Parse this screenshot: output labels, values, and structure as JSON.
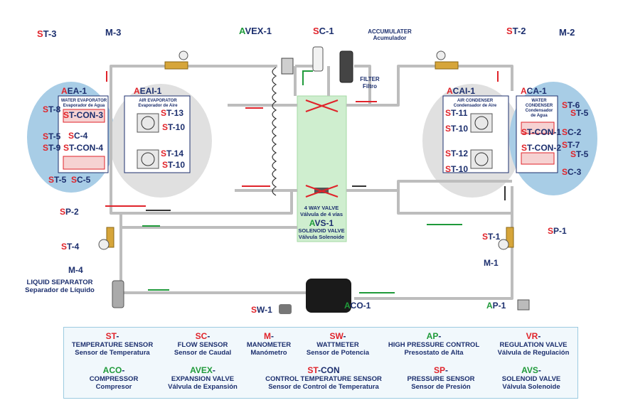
{
  "colors": {
    "red": "#e0232a",
    "green": "#1f9a3a",
    "navy": "#1c2f6e",
    "pipe": "#bdbdbd",
    "sensor_bg": "#a8cde6",
    "unit_bg": "#d9d9d9",
    "valve_panel": "#cfeecf"
  },
  "labels": {
    "st3": [
      "S",
      "T-3"
    ],
    "m3": [
      "M-3"
    ],
    "avex1": [
      "A",
      "VEX-1"
    ],
    "sc1": [
      "S",
      "C-1"
    ],
    "accum": [
      "ACCUMULATER",
      "Acumulador"
    ],
    "st2": [
      "S",
      "T-2"
    ],
    "m2": [
      "M-2"
    ],
    "filter": [
      "FILTER",
      "Filtro"
    ],
    "aea1": [
      "A",
      "EA-1"
    ],
    "aeai1": [
      "A",
      "EAI-1"
    ],
    "water_evap": [
      "WATER EVAPORATOR",
      "Evaporador de Agua"
    ],
    "air_evap": [
      "AIR EVAPORATOR",
      "Evaporador de Aire"
    ],
    "acai1": [
      "A",
      "CAI-1"
    ],
    "aca1": [
      "A",
      "CA-1"
    ],
    "air_cond": [
      "AIR CONDENSER",
      "Condensador de Aire"
    ],
    "water_cond": [
      "WATER",
      "CONDENSER",
      "Condensador",
      "de Agua"
    ],
    "st8": [
      "S",
      "T-8"
    ],
    "stcon3": [
      "S",
      "T-CON-3"
    ],
    "st5a": [
      "S",
      "T-5"
    ],
    "sc4": [
      "S",
      "C-4"
    ],
    "st9": [
      "S",
      "T-9"
    ],
    "stcon4": [
      "S",
      "T-CON-4"
    ],
    "st5b": [
      "S",
      "T-5"
    ],
    "sc5": [
      "S",
      "C-5"
    ],
    "st13": [
      "S",
      "T-13"
    ],
    "st10a": [
      "S",
      "T-10"
    ],
    "st14": [
      "S",
      "T-14"
    ],
    "st10b": [
      "S",
      "T-10"
    ],
    "st11": [
      "S",
      "T-11"
    ],
    "st10c": [
      "S",
      "T-10"
    ],
    "st12": [
      "S",
      "T-12"
    ],
    "st10d": [
      "S",
      "T-10"
    ],
    "st6": [
      "S",
      "T-6"
    ],
    "st5c": [
      "S",
      "T-5"
    ],
    "stcon1": [
      "S",
      "T-CON-1"
    ],
    "sc2": [
      "S",
      "C-2"
    ],
    "st7": [
      "S",
      "T-7"
    ],
    "stcon2": [
      "S",
      "T-CON-2"
    ],
    "st5d": [
      "S",
      "T-5"
    ],
    "sc3": [
      "S",
      "C-3"
    ],
    "way4": [
      "4 WAY VALVE",
      "Válvula de 4 vías"
    ],
    "avs1": [
      "A",
      "VS-1"
    ],
    "solenoid": [
      "SOLENOID VALVE",
      "Válvula Solenoide"
    ],
    "sp2": [
      "S",
      "P-2"
    ],
    "st4": [
      "S",
      "T-4"
    ],
    "m4": [
      "M-4"
    ],
    "liq": [
      "LIQUID SEPARATOR",
      "Separador de Líquido"
    ],
    "st1": [
      "S",
      "T-1"
    ],
    "sp1": [
      "S",
      "P-1"
    ],
    "m1": [
      "M-1"
    ],
    "sw1": [
      "S",
      "W-1"
    ],
    "aco1": [
      "A",
      "CO-1"
    ],
    "ap1": [
      "A",
      "P-1"
    ]
  },
  "legend": [
    {
      "h": "ST",
      "rest": "-",
      "en": "TEMPERATURE SENSOR",
      "es": "Sensor de Temperatura"
    },
    {
      "h": "SC",
      "rest": "-",
      "en": "FLOW SENSOR",
      "es": "Sensor de Caudal"
    },
    {
      "h": "M",
      "rest": "-",
      "en": "MANOMETER",
      "es": "Manómetro"
    },
    {
      "h": "SW",
      "rest": "-",
      "en": "WATTMETER",
      "es": "Sensor de Potencia"
    },
    {
      "h": "AP",
      "rest": "-",
      "en": "HIGH PRESSURE CONTROL",
      "es": "Presostato de Alta",
      "green": true
    },
    {
      "h": "VR",
      "rest": "-",
      "en": "REGULATION VALVE",
      "es": "Válvula de Regulación"
    },
    {
      "h": "ACO",
      "rest": "-",
      "en": "COMPRESSOR",
      "es": "Compresor",
      "green": true
    },
    {
      "h": "AVEX",
      "rest": "-",
      "en": "EXPANSION VALVE",
      "es": "Válvula de Expansión",
      "green": true
    },
    {
      "h": "ST",
      "rest": "-CON",
      "en": "CONTROL TEMPERATURE SENSOR",
      "es": "Sensor de Control de Temperatura"
    },
    {
      "h": "SP",
      "rest": "-",
      "en": "PRESSURE SENSOR",
      "es": "Sensor de Presión"
    },
    {
      "h": "AVS",
      "rest": "-",
      "en": "SOLENOID VALVE",
      "es": "Válvula Solenoide",
      "green": true
    }
  ]
}
